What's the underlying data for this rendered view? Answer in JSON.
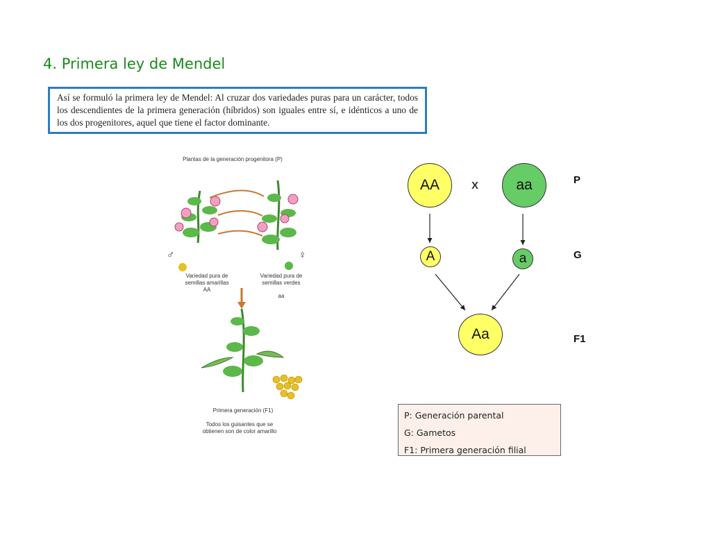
{
  "title": "4. Primera ley de Mendel",
  "definition": "Así se formuló la primera ley de Mendel: Al cruzar dos variedades puras para un carácter, todos los descendientes de la primera generación (híbridos) son iguales entre sí, e idénticos a uno de los dos progenitores, aquel que tiene el factor dominante.",
  "illustration": {
    "parent_heading": "Plantas de la generación progenitora (P)",
    "male_symbol": "♂",
    "female_symbol": "♀",
    "parent_left_label": "Variedad pura de semillas amarillas",
    "parent_left_genotype": "AA",
    "parent_right_label": "Variedad pura de semillas verdes",
    "parent_right_genotype": "aa",
    "f1_heading": "Primera generación (F1)",
    "f1_description": "Todos los guisantes que se obtienen son de color amarillo"
  },
  "cross": {
    "parent1": "AA",
    "parent2": "aa",
    "cross_symbol": "X",
    "gamete1": "A",
    "gamete2": "a",
    "offspring": "Aa",
    "row_labels": {
      "p": "P",
      "g": "G",
      "f1": "F1"
    },
    "colors": {
      "yellow": "#ffff66",
      "green": "#66cc66"
    }
  },
  "legend": {
    "items": [
      "P: Generación parental",
      "G: Gametos",
      "F1: Primera generación filial"
    ]
  }
}
